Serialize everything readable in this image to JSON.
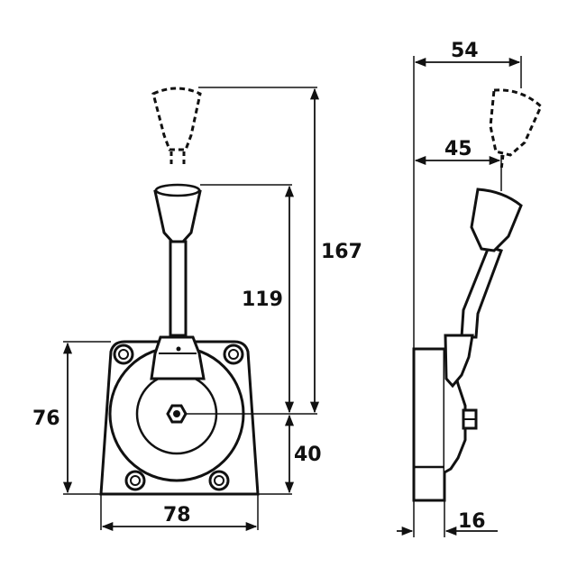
{
  "dimensions": {
    "overall_height": "167",
    "lever_height": "119",
    "base_height": "76",
    "axis_height": "40",
    "base_width": "78",
    "side_top_width": "54",
    "side_mid_width": "45",
    "side_depth": "16"
  },
  "colors": {
    "ink": "#111111",
    "paper": "#ffffff"
  }
}
